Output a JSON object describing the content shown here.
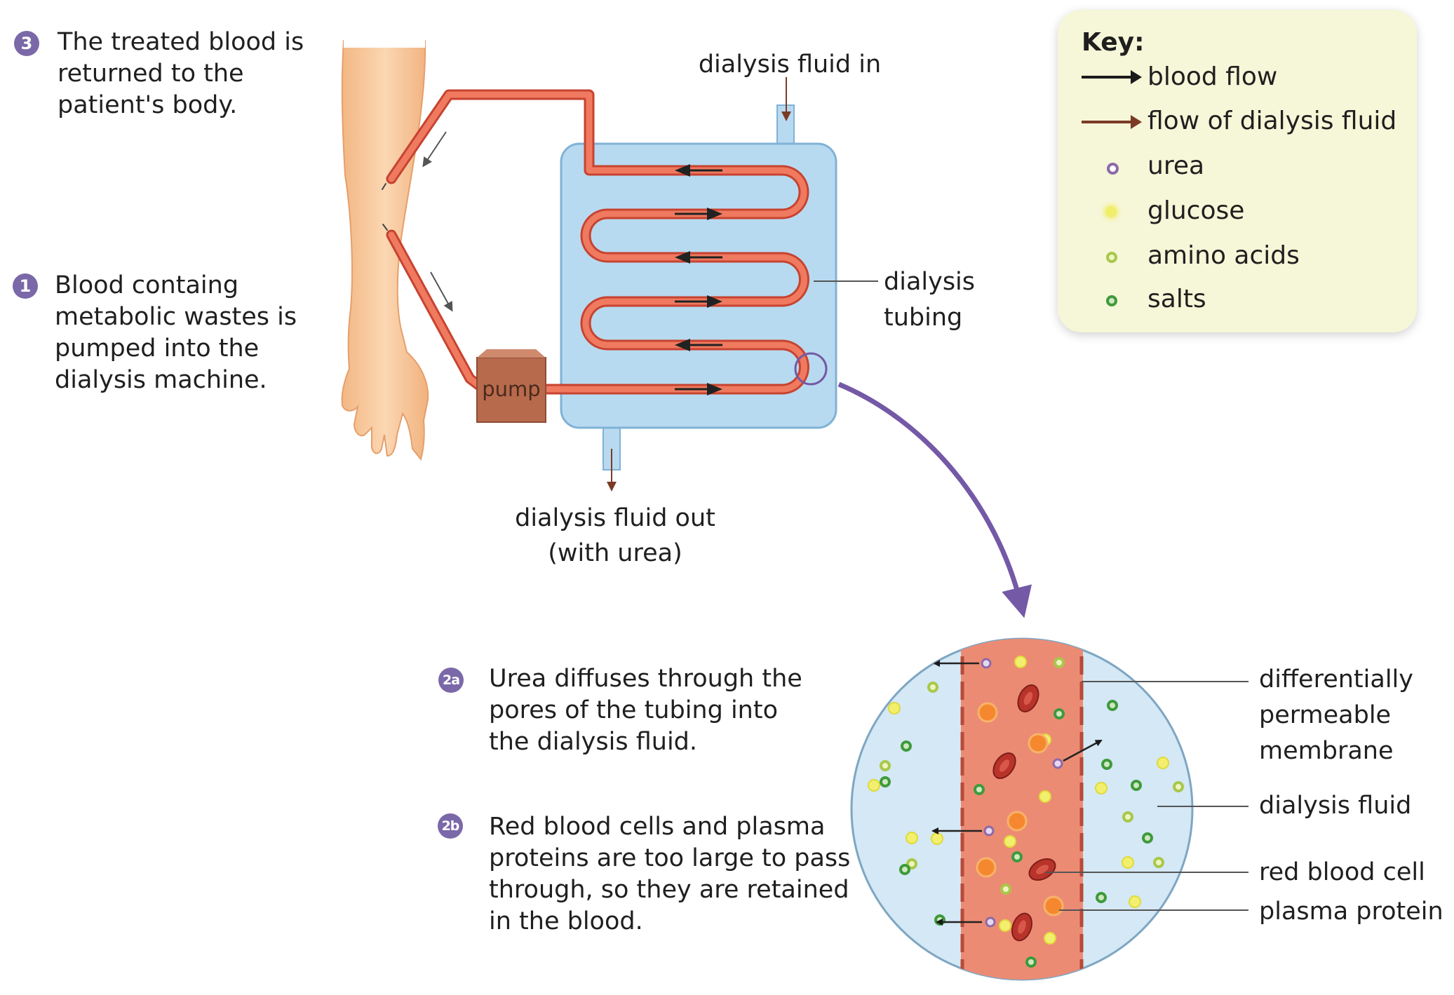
{
  "steps": {
    "step3": {
      "badge": "3",
      "lines": [
        "The treated blood is",
        "returned to the",
        "patient's body."
      ]
    },
    "step1": {
      "badge": "1",
      "lines": [
        "Blood containg",
        "metabolic wastes is",
        "pumped into the",
        "dialysis machine."
      ]
    },
    "step2a": {
      "badge": "2a",
      "lines": [
        "Urea diffuses through the",
        "pores of the tubing into",
        "the dialysis fluid."
      ]
    },
    "step2b": {
      "badge": "2b",
      "lines": [
        "Red blood cells and plasma",
        "proteins are too large to pass",
        "through, so they are retained",
        "in the blood."
      ]
    }
  },
  "labels": {
    "fluid_in": "dialysis fluid in",
    "fluid_out": [
      "dialysis fluid out",
      "(with urea)"
    ],
    "tubing": [
      "dialysis",
      "tubing"
    ],
    "pump": "pump"
  },
  "callouts": {
    "membrane": [
      "differentially",
      "permeable",
      "membrane"
    ],
    "dialysis_fluid": "dialysis fluid",
    "red_blood_cell": "red blood cell",
    "plasma_protein": "plasma protein"
  },
  "key": {
    "title": "Key:",
    "items": [
      {
        "label": "blood flow",
        "symbol": "arrow",
        "color": "#1a1a1a"
      },
      {
        "label": "flow of dialysis fluid",
        "symbol": "arrow",
        "color": "#7a3a26"
      },
      {
        "label": "urea",
        "symbol": "dot",
        "color": "#8e6aa8"
      },
      {
        "label": "glucose",
        "symbol": "dot",
        "color": "#e6e23a"
      },
      {
        "label": "amino acids",
        "symbol": "dot",
        "color": "#a8c84a"
      },
      {
        "label": "salts",
        "symbol": "dot",
        "color": "#3f9a3c"
      }
    ]
  },
  "colors": {
    "blood_tube": "#e8614a",
    "dialysis_tank": "#b8daf0",
    "tank_border": "#7fb2d6",
    "pump": "#b86a4c",
    "arm": "#f6c79a",
    "lens_arrow": "#7459a6",
    "badge": "#7a68a8"
  }
}
